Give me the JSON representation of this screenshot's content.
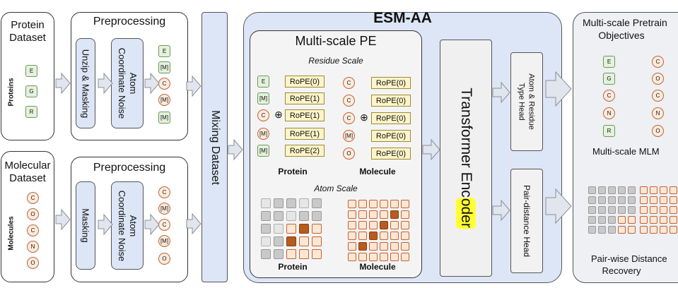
{
  "colors": {
    "blue_panel": "#dde6f6",
    "green_token_fill": "#e4f1dc",
    "orange_token_fill": "#fdebdc",
    "rope_fill": "#fdf4c8",
    "highlight": "#ffff33"
  },
  "protein_dataset": {
    "title_line1": "Protein",
    "title_line2": "Dataset",
    "side_label": "Proteins",
    "tokens": [
      "E",
      "G",
      "R"
    ]
  },
  "molecular_dataset": {
    "title_line1": "Molecular",
    "title_line2": "Dataset",
    "side_label": "Molecules",
    "tokens": [
      "C",
      "O",
      "C",
      "N",
      "O"
    ]
  },
  "preprocess_top": {
    "title": "Preprocessing",
    "step1": "Unzip & Masking",
    "step2_line1": "Atom",
    "step2_line2": "Coordinate Noise",
    "tokens": [
      "E",
      "[M]",
      "C",
      "[M]",
      "[M]"
    ]
  },
  "preprocess_bottom": {
    "title": "Preprocessing",
    "step1": "Masking",
    "step2_line1": "Atom",
    "step2_line2": "Coordinate Noise",
    "tokens": [
      "C",
      "[M]",
      "C",
      "[M]",
      "O"
    ]
  },
  "mixing": {
    "label": "Mixing Dataset"
  },
  "esm": {
    "title": "ESM-AA",
    "pe_title": "Multi-scale PE",
    "residue_scale": "Residue Scale",
    "atom_scale": "Atom Scale",
    "protein_label": "Protein",
    "molecule_label": "Molecule",
    "protein_label2": "Protein",
    "molecule_label2": "Molecule",
    "plus": "⊕",
    "protein_tokens": [
      "E",
      "[M]",
      "C",
      "[M]",
      "[M]"
    ],
    "protein_rope": [
      "RoPE(0)",
      "RoPE(1)",
      "RoPE(1)",
      "RoPE(1)",
      "RoPE(2)"
    ],
    "molecule_tokens": [
      "C",
      "C",
      "C",
      "[M]",
      "O"
    ],
    "molecule_rope": [
      "RoPE(0)",
      "RoPE(0)",
      "RoPE(0)",
      "RoPE(0)",
      "RoPE(0)"
    ],
    "encoder_prefix": "Transformer Enc",
    "encoder_highlight": "oder",
    "head1_line1": "Atom & Residue",
    "head1_line2": "Type Head",
    "head2": "Pair-distance Head"
  },
  "objectives": {
    "title_line1": "Multi-scale Pretrain",
    "title_line2": "Objectives",
    "green_tokens": [
      "E",
      "G",
      "C",
      "N",
      "R"
    ],
    "orange_tokens": [
      "C",
      "O",
      "C",
      "N",
      "O"
    ],
    "mlm_label": "Multi-scale MLM",
    "pair_line1": "Pair-wise Distance",
    "pair_line2": "Recovery"
  }
}
